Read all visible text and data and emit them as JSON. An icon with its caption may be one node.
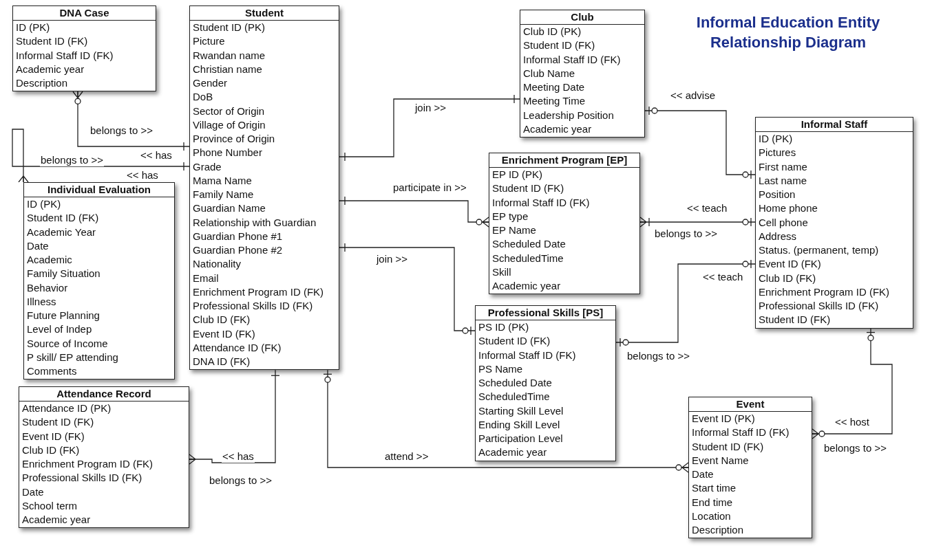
{
  "diagram": {
    "title": "Informal Education Entity Relationship Diagram",
    "nodes": [
      {
        "text": [
          "DNA Case",
          "ID (PK)",
          "Student ID (FK)",
          "Informal Staff ID (FK)",
          "Academic year",
          "Description"
        ]
      },
      {
        "text": [
          "Student",
          "Student ID (PK)",
          "Picture",
          "Rwandan name",
          "Christian name",
          "Gender",
          "DoB",
          "Sector of Origin",
          "Village of Origin",
          "Province of Origin",
          "Phone Number",
          "Grade",
          "Mama Name",
          "Family Name",
          "Guardian Name",
          "Relationship with Guardian",
          "Guardian Phone #1",
          "Guardian Phone #2",
          "Nationality",
          "Email",
          "Enrichment Program ID (FK)",
          "Professional Skills ID (FK)",
          "Club ID (FK)",
          "Event ID (FK)",
          "Attendance ID (FK)",
          "DNA ID (FK)"
        ]
      },
      {
        "text": [
          "Club",
          "Club ID (PK)",
          "Student ID (FK)",
          "Informal Staff ID (FK)",
          "Club Name",
          "Meeting Date",
          "Meeting Time",
          "Leadership Position",
          "Academic year"
        ]
      },
      {
        "text": [
          "Informal Staff",
          "ID (PK)",
          "Pictures",
          "First name",
          "Last name",
          "Position",
          "Home phone",
          "Cell phone",
          "Address",
          "Status. (permanent, temp)",
          "Event ID (FK)",
          "Club ID (FK)",
          "Enrichment Program ID (FK)",
          "Professional Skills ID (FK)",
          "Student ID (FK)"
        ]
      },
      {
        "text": [
          "Individual Evaluation",
          "ID (PK)",
          "Student ID (FK)",
          "Academic Year",
          "Date",
          "Academic",
          "Family Situation",
          "Behavior",
          "Illness",
          "Future Planning",
          "Level of Indep",
          "Source of Income",
          "P skill/ EP attending",
          "Comments"
        ]
      },
      {
        "text": [
          "Enrichment Program [EP]",
          "EP ID (PK)",
          "Student ID (FK)",
          "Informal Staff ID (FK)",
          "EP type",
          "EP Name",
          "Scheduled Date",
          "ScheduledTime",
          "Skill",
          "Academic year"
        ]
      },
      {
        "text": [
          "Professional Skills [PS]",
          "PS ID (PK)",
          "Student ID (FK)",
          "Informal Staff ID (FK)",
          "PS Name",
          "Scheduled Date",
          "ScheduledTime",
          "Starting Skill Level",
          "Ending Skill Level",
          "Participation Level",
          "Academic year"
        ]
      },
      {
        "text": [
          "Attendance Record",
          "Attendance ID (PK)",
          "Student ID (FK)",
          "Event ID (FK)",
          "Club ID (FK)",
          "Enrichment Program ID (FK)",
          "Professional Skills ID (FK)",
          "Date",
          "School term",
          "Academic year"
        ]
      },
      {
        "text": [
          "Event",
          "Event ID (PK)",
          "Informal Staff ID (FK)",
          "Student ID (FK)",
          "Event Name",
          "Date",
          "Start time",
          "End time",
          "Location",
          "Description"
        ]
      }
    ],
    "edges": [
      {
        "from": 0,
        "to": 1,
        "arrow": "other",
        "label": "belongs to >>"
      },
      {
        "from": 4,
        "to": 1,
        "arrow": "other",
        "label": "belongs to >>"
      },
      {
        "from": 1,
        "to": 2,
        "arrow": "other",
        "label": "join >>"
      },
      {
        "from": 1,
        "to": 5,
        "arrow": "other",
        "label": "participate in >>"
      },
      {
        "from": 1,
        "to": 6,
        "arrow": "other",
        "label": "join >>"
      },
      {
        "from": 2,
        "to": 3,
        "arrow": "other",
        "label": "<< advise"
      },
      {
        "from": 5,
        "to": 3,
        "arrow": "other",
        "label": "<< teach"
      },
      {
        "from": 6,
        "to": 3,
        "arrow": "other",
        "label": "<< teach"
      },
      {
        "from": 8,
        "to": 3,
        "arrow": "other",
        "label": "<< host"
      },
      {
        "from": 7,
        "to": 1,
        "arrow": "other",
        "label": "<< has"
      },
      {
        "from": 1,
        "to": 8,
        "arrow": "other",
        "label": "attend >>"
      }
    ],
    "labels": [
      "<< has",
      "<< has",
      "belongs to >>",
      "belongs to >>",
      "belongs to >>",
      "belongs to >>"
    ]
  }
}
